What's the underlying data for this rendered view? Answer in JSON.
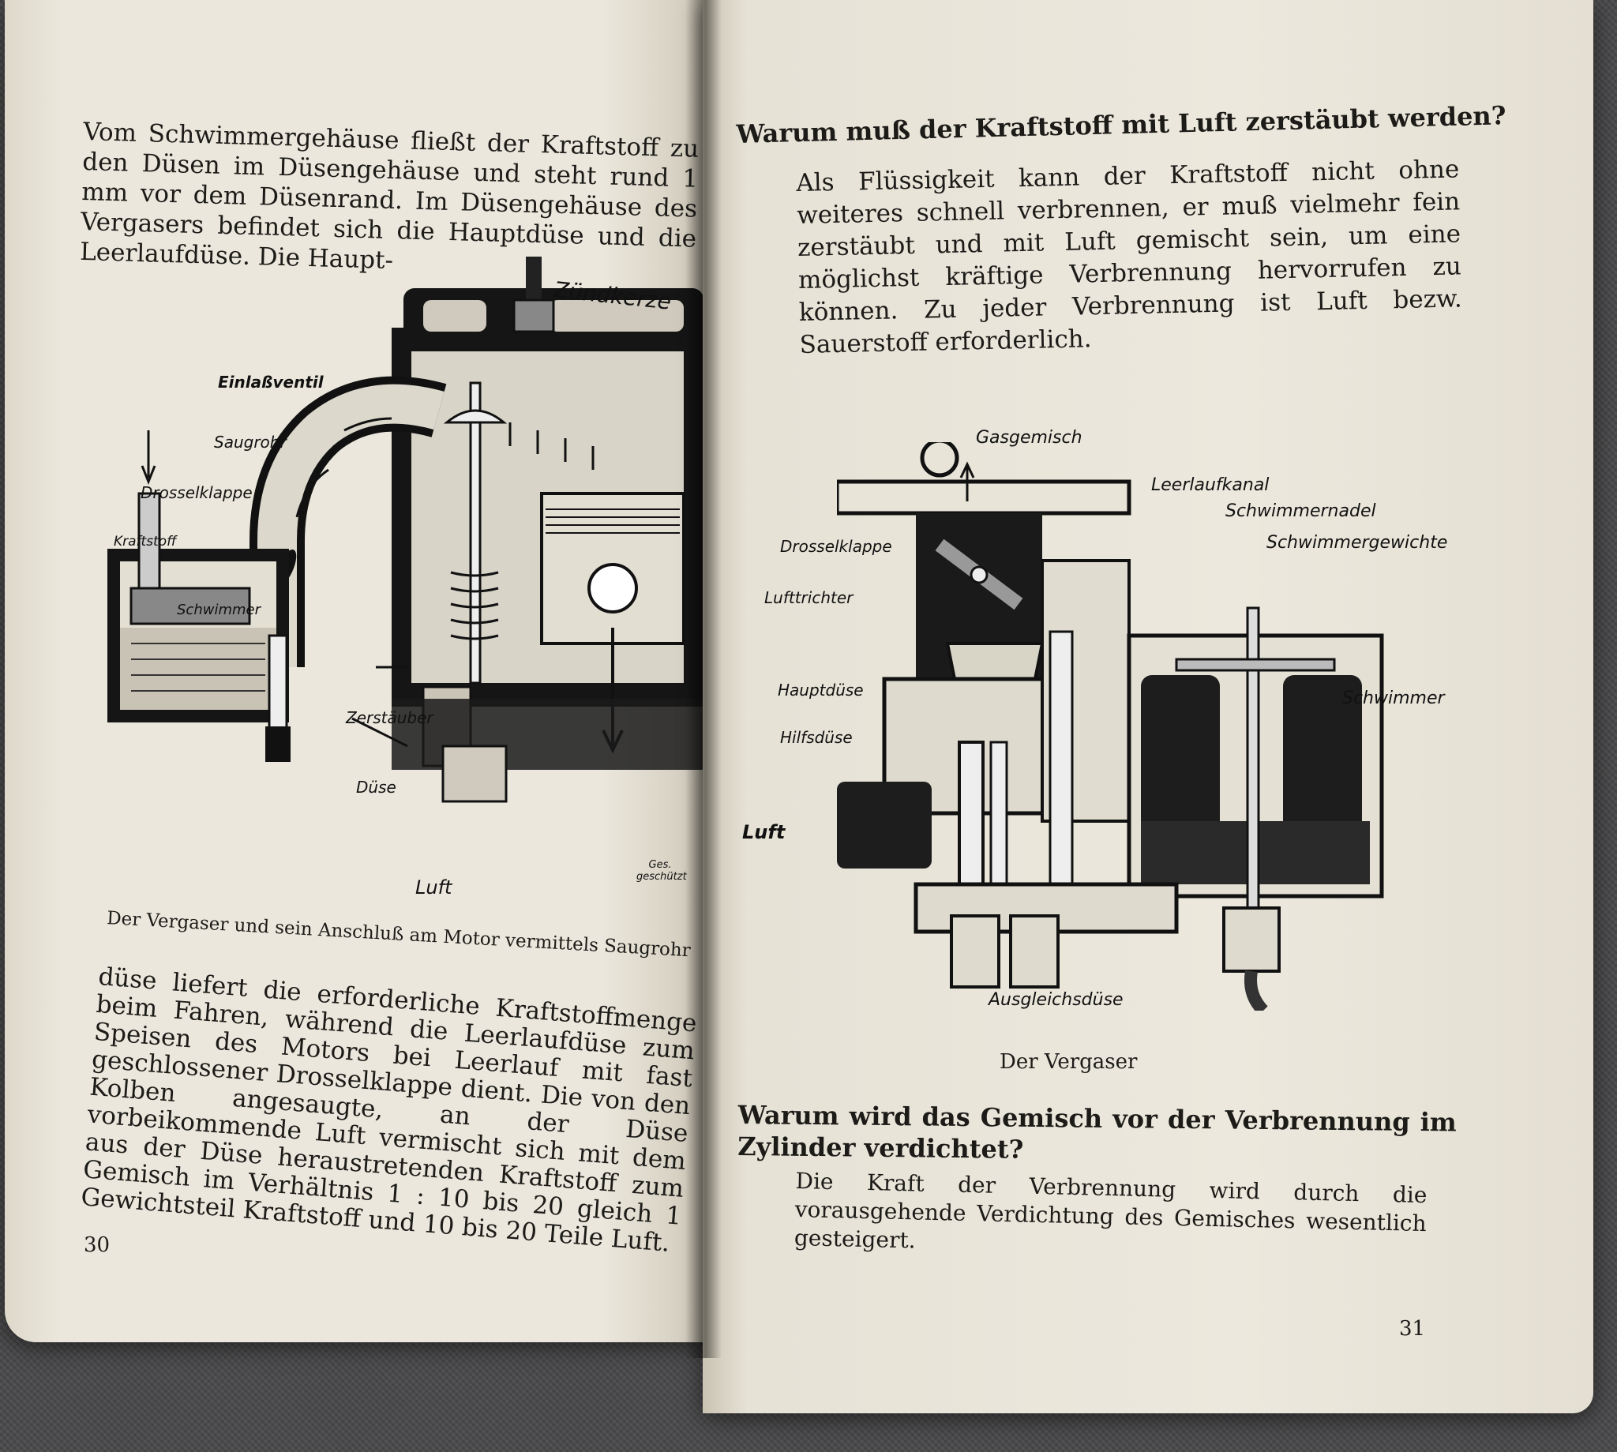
{
  "left_page": {
    "top_paragraph": "Vom Schwimmergehäuse fließt der Kraftstoff zu den Düsen im Düsengehäuse und steht rund 1 mm vor dem Düsenrand. Im Düsengehäuse des Vergasers befindet sich die Hauptdüse und die Leerlaufdüse. Die Haupt-",
    "figure_labels": {
      "zuendkerze": "Zündkerze",
      "einlassventil": "Einlaßventil",
      "saugrohr": "Saugrohr",
      "drosselklappe": "Drosselklappe",
      "kraftstoff": "Kraftstoff",
      "schwimmer": "Schwimmer",
      "zerstaeuber": "Zerstäuber",
      "duese": "Düse",
      "luft": "Luft",
      "ges_geschuetzt": "Ges. geschützt"
    },
    "caption": "Der Vergaser und sein Anschluß am Motor vermittels Saugrohr",
    "bottom_paragraph": "düse liefert die erforderliche Kraftstoffmenge beim Fahren, während die Leerlaufdüse zum Speisen des Motors bei Leerlauf mit fast geschlossener Drosselklappe dient. Die von den Kolben angesaugte, an der Düse vorbeikommende Luft vermischt sich mit dem aus der Düse heraustretenden Kraftstoff zum Gemisch im Verhältnis 1 : 10 bis 20 gleich 1 Gewichtsteil Kraftstoff und 10 bis 20 Teile Luft.",
    "page_number": "30"
  },
  "right_page": {
    "heading_1": "Warum muß der Kraftstoff mit Luft zerstäubt werden?",
    "paragraph_1": "Als Flüssigkeit kann der Kraftstoff nicht ohne weiteres schnell verbrennen, er muß vielmehr fein zerstäubt und mit Luft gemischt sein, um eine möglichst kräftige Verbrennung hervorrufen zu können. Zu jeder Verbrennung ist Luft bezw. Sauerstoff erforderlich.",
    "figure_labels": {
      "gasgemisch": "Gasgemisch",
      "leerlaufkanal": "Leerlaufkanal",
      "schwimmernadel": "Schwimmernadel",
      "schwimmergewichte": "Schwimmergewichte",
      "drosselklappe": "Drosselklappe",
      "lufttrichter": "Lufttrichter",
      "hauptduese": "Hauptdüse",
      "hilfsduese": "Hilfsdüse",
      "schwimmer": "Schwimmer",
      "luft": "Luft",
      "ausgleichsduese": "Ausgleichsdüse"
    },
    "caption": "Der Vergaser",
    "heading_2": "Warum wird das Gemisch vor der Verbrennung im Zylinder verdichtet?",
    "paragraph_2": "Die Kraft der Verbrennung wird durch die vorausgehende Verdichtung des Gemisches wesentlich gesteigert.",
    "page_number": "31"
  }
}
